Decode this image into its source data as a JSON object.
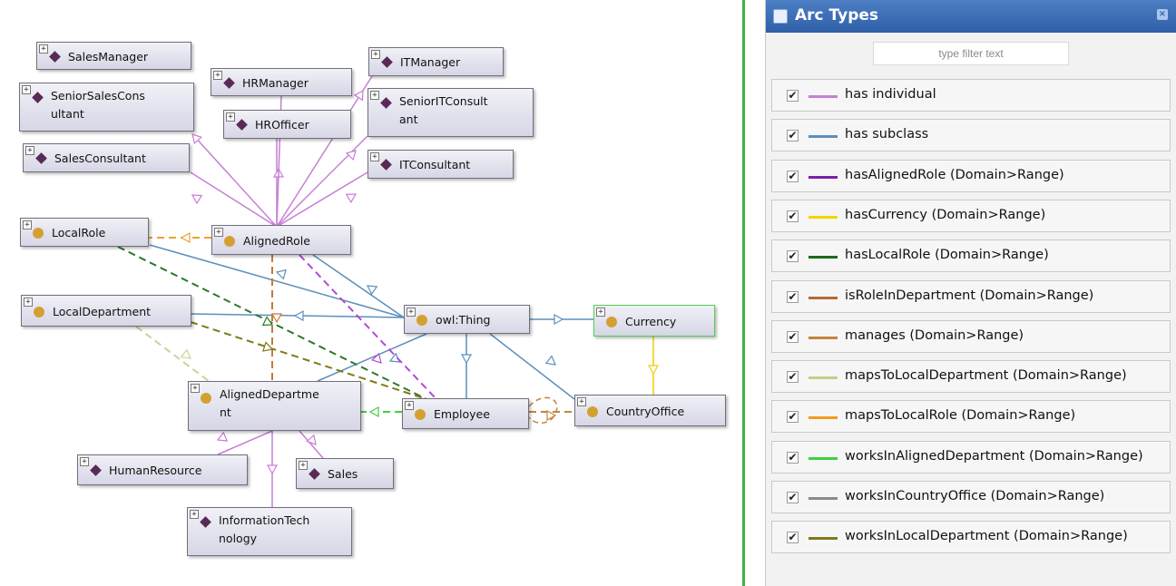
{
  "graph": {
    "nodes": [
      {
        "id": "salesmanager",
        "label": "SalesManager",
        "kind": "individual"
      },
      {
        "id": "seniorsalesconsultant",
        "label": "SeniorSalesCons\nultant",
        "kind": "individual"
      },
      {
        "id": "salesconsultant",
        "label": "SalesConsultant",
        "kind": "individual"
      },
      {
        "id": "hrmanager",
        "label": "HRManager",
        "kind": "individual"
      },
      {
        "id": "hrofficer",
        "label": "HROfficer",
        "kind": "individual"
      },
      {
        "id": "itmanager",
        "label": "ITManager",
        "kind": "individual"
      },
      {
        "id": "senioritconsultant",
        "label": "SeniorITConsult\nant",
        "kind": "individual"
      },
      {
        "id": "itconsultant",
        "label": "ITConsultant",
        "kind": "individual"
      },
      {
        "id": "localrole",
        "label": "LocalRole",
        "kind": "class"
      },
      {
        "id": "alignedrole",
        "label": "AlignedRole",
        "kind": "class"
      },
      {
        "id": "localdepartment",
        "label": "LocalDepartment",
        "kind": "class"
      },
      {
        "id": "owlthing",
        "label": "owl:Thing",
        "kind": "class"
      },
      {
        "id": "currency",
        "label": "Currency",
        "kind": "class",
        "selected": true
      },
      {
        "id": "aligneddepartment",
        "label": "AlignedDepartme\nnt",
        "kind": "class"
      },
      {
        "id": "employee",
        "label": "Employee",
        "kind": "class"
      },
      {
        "id": "countryoffice",
        "label": "CountryOffice",
        "kind": "class"
      },
      {
        "id": "humanresource",
        "label": "HumanResource",
        "kind": "individual"
      },
      {
        "id": "sales",
        "label": "Sales",
        "kind": "individual"
      },
      {
        "id": "informationtechnology",
        "label": "InformationTech\nnology",
        "kind": "individual"
      }
    ],
    "expander_glyph": "+",
    "colors": {
      "has_individual": "#c77dd6",
      "has_subclass": "#5b8fbd",
      "hasAlignedRole": "#b14ad9",
      "hasCurrency": "#f0d000",
      "hasLocalRole": "#2a7a2a",
      "isRoleInDepartment": "#c47a3a",
      "manages": "#c4843a",
      "mapsToLocalDepartment": "#c9d49a",
      "mapsToLocalRole": "#f0a030",
      "worksInAlignedDepartment": "#3fcf3f",
      "node_border_selected": "#4fd04f"
    }
  },
  "panel": {
    "title": "Arc Types",
    "icon": "arc-types-icon",
    "close_glyph": "×",
    "filter_placeholder": "type filter text",
    "check_glyph": "✔",
    "arc_types": [
      {
        "label": "has individual",
        "color": "#c77dd6",
        "checked": true
      },
      {
        "label": "has subclass",
        "color": "#5b8fbd",
        "checked": true
      },
      {
        "label": "hasAlignedRole (Domain>Range)",
        "color": "#7b1fa2",
        "checked": true
      },
      {
        "label": "hasCurrency (Domain>Range)",
        "color": "#f5d400",
        "checked": true
      },
      {
        "label": "hasLocalRole (Domain>Range)",
        "color": "#1b6b1b",
        "checked": true
      },
      {
        "label": "isRoleInDepartment (Domain>Range)",
        "color": "#b7683a",
        "checked": true
      },
      {
        "label": "manages (Domain>Range)",
        "color": "#c4843a",
        "checked": true
      },
      {
        "label": "mapsToLocalDepartment (Domain>Range)",
        "color": "#c2cf8c",
        "checked": true
      },
      {
        "label": "mapsToLocalRole (Domain>Range)",
        "color": "#f39a1e",
        "checked": true
      },
      {
        "label": "worksInAlignedDepartment (Domain>Range)",
        "color": "#3fcf3f",
        "checked": true
      },
      {
        "label": "worksInCountryOffice (Domain>Range)",
        "color": "#8a8a8a",
        "checked": true
      },
      {
        "label": "worksInLocalDepartment (Domain>Range)",
        "color": "#7f7a1a",
        "checked": true
      }
    ]
  }
}
